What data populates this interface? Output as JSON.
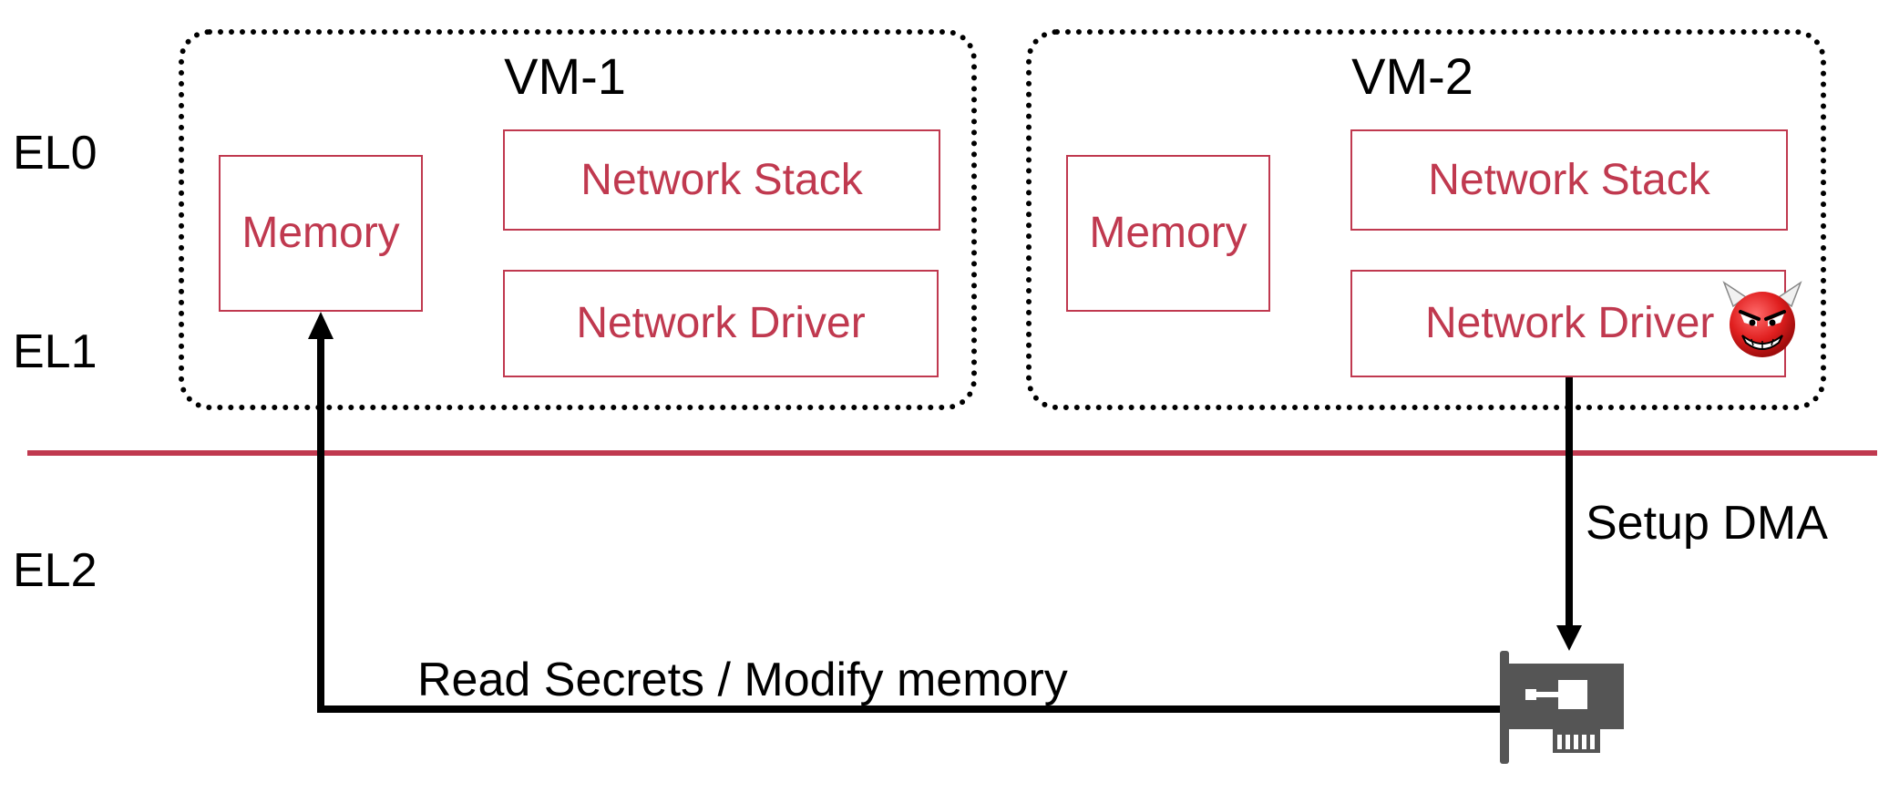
{
  "levels": {
    "el0": "EL0",
    "el1": "EL1",
    "el2": "EL2"
  },
  "vm1": {
    "title": "VM-1",
    "memory": "Memory",
    "network_stack": "Network Stack",
    "network_driver": "Network Driver"
  },
  "vm2": {
    "title": "VM-2",
    "memory": "Memory",
    "network_stack": "Network Stack",
    "network_driver": "Network Driver",
    "attacker_icon": "devil-face-icon"
  },
  "arrows": {
    "setup_dma": "Setup DMA",
    "read_secrets": "Read Secrets / Modify memory"
  },
  "device": {
    "icon": "network-card-icon"
  },
  "colors": {
    "accent": "#c0394f",
    "line": "#000000",
    "device": "#555555"
  }
}
